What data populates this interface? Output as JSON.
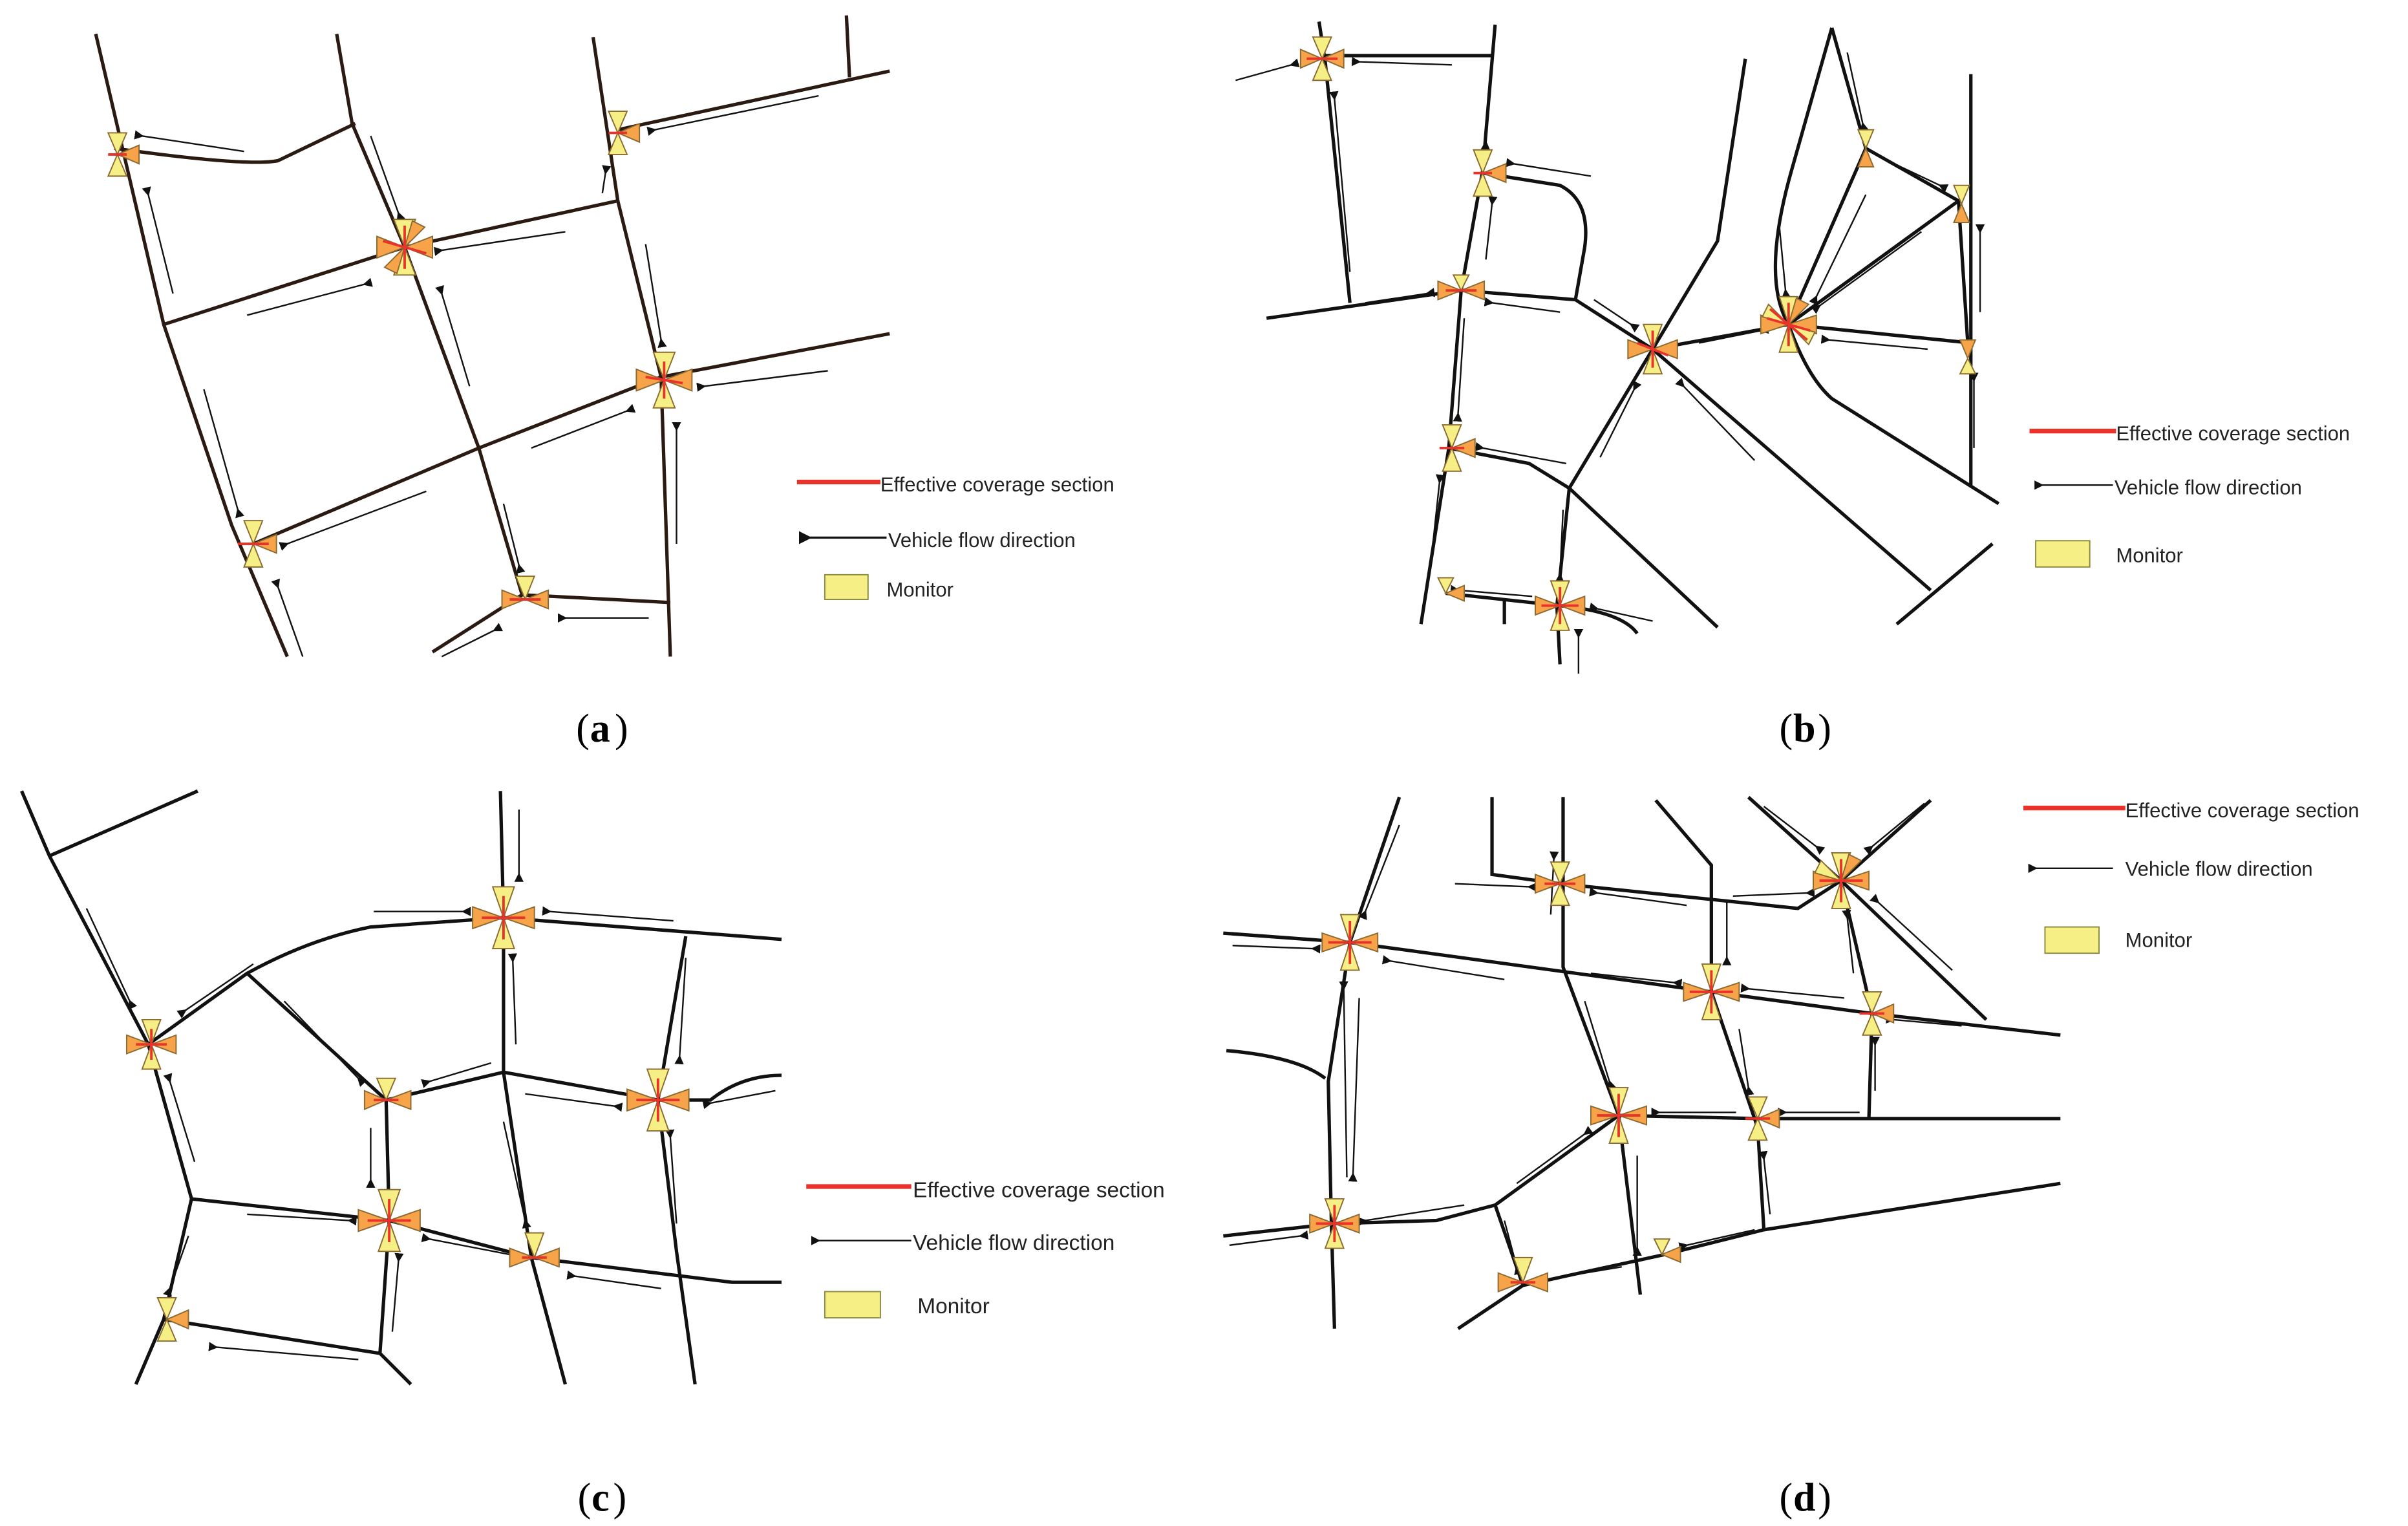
{
  "colors": {
    "road": "#111111",
    "road_a": "#2a1a12",
    "coverage": "#e8322a",
    "monitor_fill": "#f5ef85",
    "monitor_stroke": "#8a8a40",
    "cone_orange": "#f6a34a",
    "arrow": "#111111"
  },
  "legend": {
    "coverage_label": "Effective coverage section",
    "flow_label": "Vehicle flow direction",
    "monitor_label": "Monitor"
  },
  "panels": [
    {
      "id": "a",
      "caption": "a"
    },
    {
      "id": "b",
      "caption": "b"
    },
    {
      "id": "c",
      "caption": "c"
    },
    {
      "id": "d",
      "caption": "d"
    }
  ]
}
